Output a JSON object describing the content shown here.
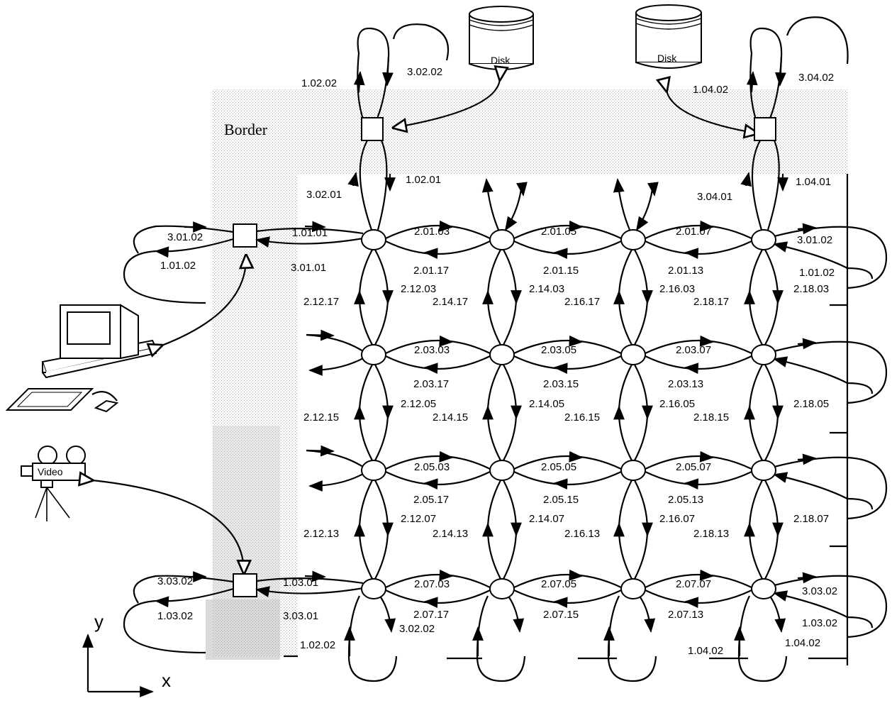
{
  "border_label": "Border",
  "axes": {
    "y": "y",
    "x": "x"
  },
  "devices": {
    "disk": "Disk",
    "video": "Video"
  },
  "labels": {
    "top_left_io": {
      "a": "1.02.02",
      "b": "3.02.02",
      "c": "3.02.01",
      "d": "1.02.01"
    },
    "top_right_io": {
      "a": "1.04.02",
      "b": "3.04.02",
      "c": "3.04.01",
      "d": "1.04.01"
    },
    "left_top_io": {
      "a": "3.01.02",
      "b": "1.01.02",
      "c": "1.01.01",
      "d": "3.01.01"
    },
    "left_bot_io": {
      "a": "3.03.02",
      "b": "1.03.02",
      "c": "1.03.01",
      "d": "3.03.01"
    },
    "right_top": {
      "a": "3.01.02",
      "b": "1.01.02"
    },
    "right_bot": {
      "a": "3.03.02",
      "b": "1.03.02"
    },
    "bottom": {
      "a": "1.02.02",
      "b": "3.02.02",
      "c": "1.04.02",
      "d": "1.04.02"
    },
    "row1": [
      "2.01.03",
      "2.01.17",
      "2.01.05",
      "2.01.15",
      "2.01.07",
      "2.01.13"
    ],
    "row2": [
      "2.03.03",
      "2.03.17",
      "2.03.05",
      "2.03.15",
      "2.03.07",
      "2.03.13"
    ],
    "row3": [
      "2.05.03",
      "2.05.17",
      "2.05.05",
      "2.05.15",
      "2.05.07",
      "2.05.13"
    ],
    "row4": [
      "2.07.03",
      "2.07.17",
      "2.07.05",
      "2.07.15",
      "2.07.07",
      "2.07.13"
    ],
    "col1": [
      "2.12.03",
      "2.12.17",
      "2.12.05",
      "2.12.15",
      "2.12.07",
      "2.12.13"
    ],
    "col2": [
      "2.14.03",
      "2.14.17",
      "2.14.05",
      "2.14.15",
      "2.14.07",
      "2.14.13"
    ],
    "col3": [
      "2.16.03",
      "2.16.17",
      "2.16.05",
      "2.16.15",
      "2.16.07",
      "2.16.13"
    ],
    "col4": [
      "2.18.03",
      "2.18.17",
      "2.18.05",
      "2.18.15",
      "2.18.07",
      "2.18.13"
    ]
  }
}
